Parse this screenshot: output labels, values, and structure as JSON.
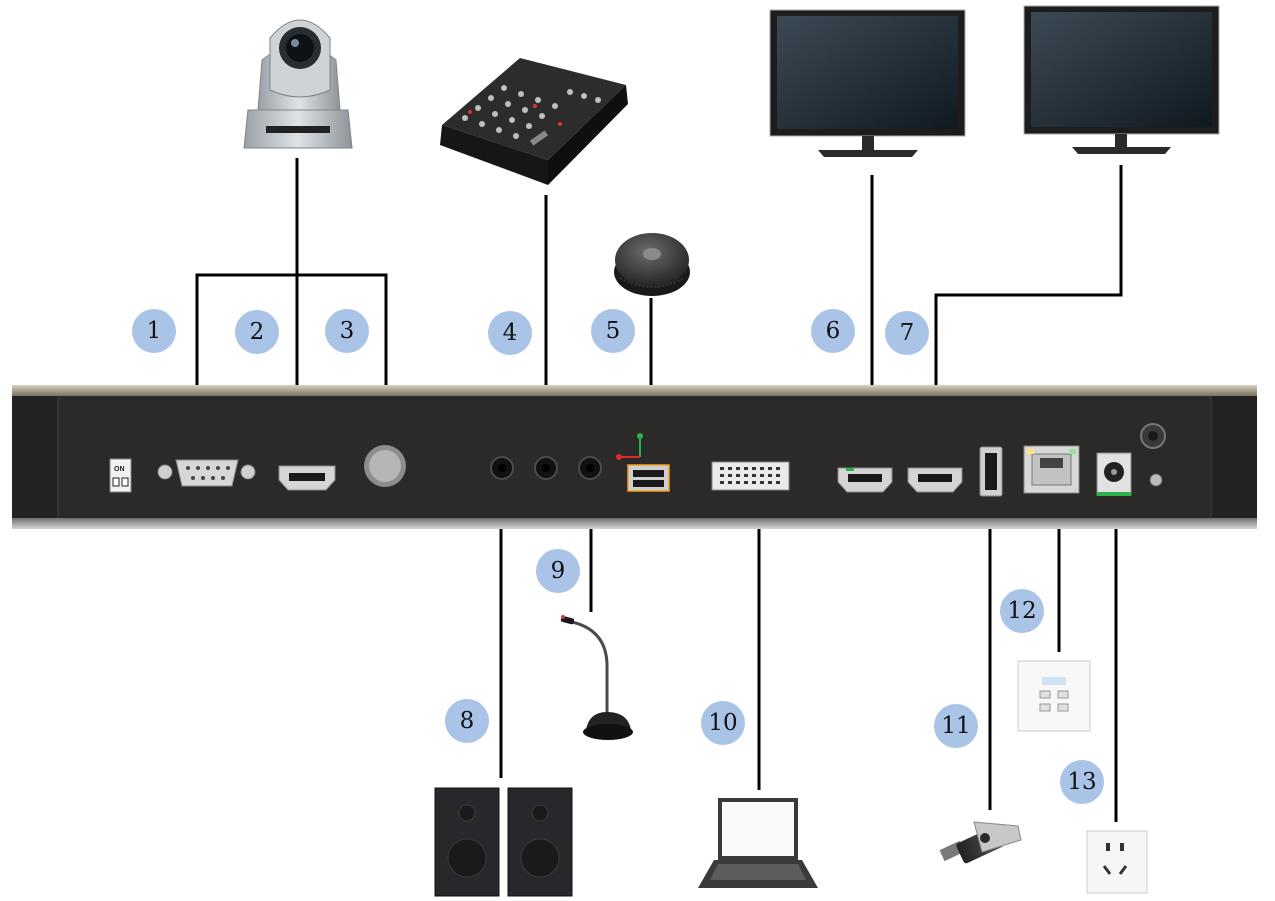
{
  "diagram": {
    "callouts": [
      "1",
      "2",
      "3",
      "4",
      "5",
      "6",
      "7",
      "8",
      "9",
      "10",
      "11",
      "12",
      "13"
    ],
    "power_switch_label": "ON",
    "panel_color": "#2b2a28",
    "badge_color": "#a9c4e6",
    "devices": [
      "ptz-camera-icon",
      "audio-mixer-icon",
      "conference-microphone-icon",
      "monitor-icon",
      "monitor-icon",
      "speakers-icon",
      "gooseneck-microphone-icon",
      "laptop-icon",
      "usb-drive-icon",
      "network-wall-jack-icon",
      "power-outlet-icon"
    ]
  }
}
